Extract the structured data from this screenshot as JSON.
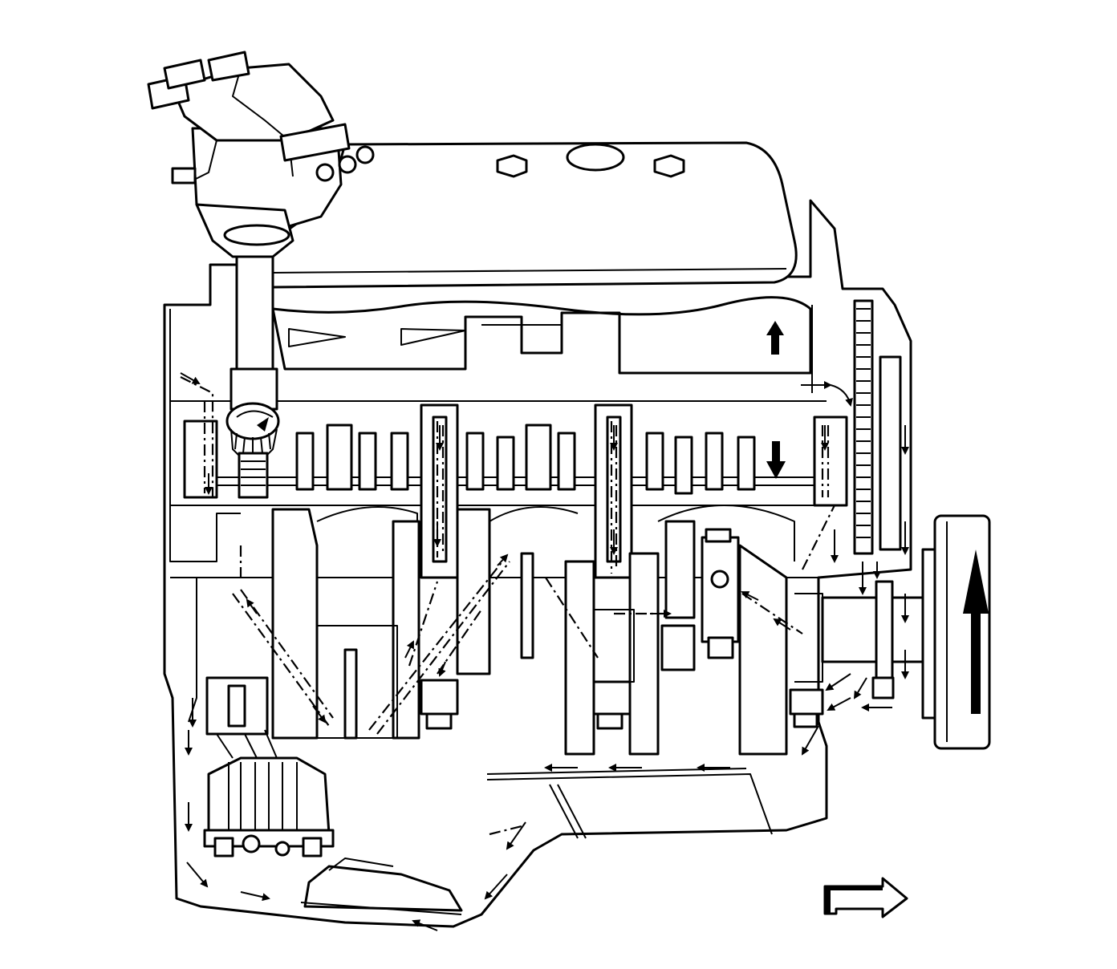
{
  "diagram": {
    "kind": "line-art",
    "colors": {
      "ink": "#000000",
      "paper": "#ffffff"
    },
    "components": [
      "distributor-cap",
      "distributor-shaft",
      "distributor-drive-gear",
      "valve-cover",
      "cylinder-head",
      "lifter-gallery",
      "camshaft",
      "crankshaft",
      "timing-chain",
      "harmonic-balancer",
      "oil-filter-adapter",
      "oil-pump",
      "oil-pump-pickup",
      "oil-pan"
    ],
    "icons": {
      "upward": "up-arrow-icon",
      "downward": "down-arrow-icon",
      "rotation": "rotation-arrow-icon",
      "front_of_engine": "front-view-arrow-icon"
    }
  }
}
